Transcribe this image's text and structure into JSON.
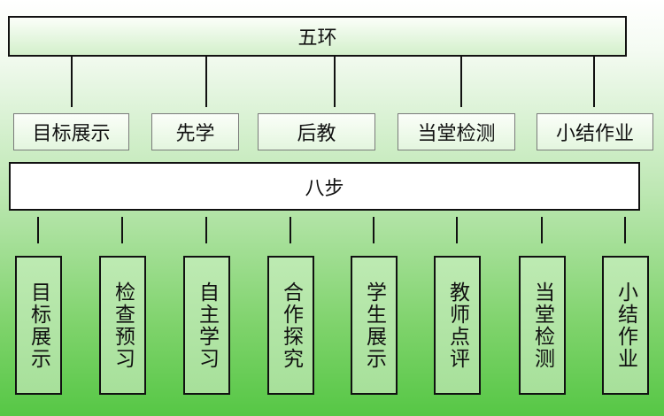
{
  "diagram": {
    "top_label": "五环",
    "rings": [
      {
        "label": "目标展示"
      },
      {
        "label": "先学"
      },
      {
        "label": "后教"
      },
      {
        "label": "当堂检测"
      },
      {
        "label": "小结作业"
      }
    ],
    "middle_label": "八步",
    "steps": [
      {
        "label": "目标展示"
      },
      {
        "label": "检查预习"
      },
      {
        "label": "自主学习"
      },
      {
        "label": "合作探究"
      },
      {
        "label": "学生展示"
      },
      {
        "label": "教师点评"
      },
      {
        "label": "当堂检测"
      },
      {
        "label": "小结作业"
      }
    ],
    "colors": {
      "background_top": "#ffffff",
      "background_bottom": "#56c745",
      "step_fill": "#b3e6a7",
      "border": "#111111"
    }
  }
}
